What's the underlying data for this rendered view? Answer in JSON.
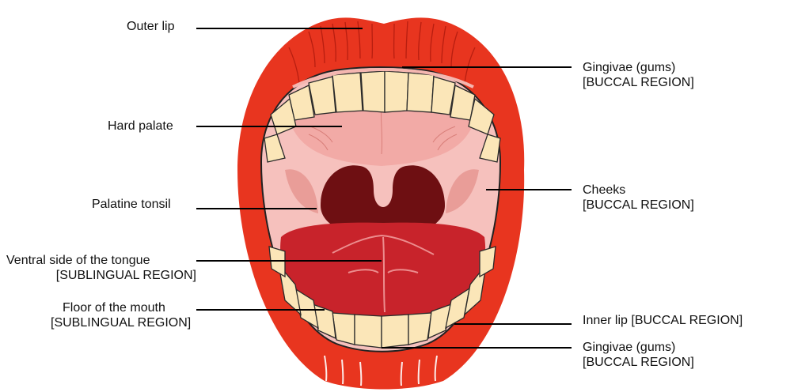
{
  "labels": {
    "outer_lip": "Outer lip",
    "hard_palate": "Hard palate",
    "palatine_tonsil": "Palatine tonsil",
    "ventral_tongue_line1": "Ventral side of the tongue",
    "ventral_tongue_line2": "[SUBLINGUAL REGION]",
    "floor_mouth_line1": "Floor of the mouth",
    "floor_mouth_line2": "[SUBLINGUAL REGION]",
    "gingivae_top_line1": "Gingivae (gums)",
    "gingivae_top_line2": "[BUCCAL REGION]",
    "cheeks_line1": "Cheeks",
    "cheeks_line2": "[BUCCAL REGION]",
    "inner_lip": "Inner lip [BUCCAL REGION]",
    "gingivae_bottom_line1": "Gingivae (gums)",
    "gingivae_bottom_line2": "[BUCCAL REGION]"
  },
  "colors": {
    "lip_red": "#e8351f",
    "lip_dark": "#b81e10",
    "palate_pink": "#f2aaa6",
    "cheek_pink": "#f6c1bd",
    "throat_dark": "#6e0f12",
    "tongue_red": "#c8232b",
    "tooth": "#fbe6b8",
    "gum": "#f4b6b0"
  }
}
